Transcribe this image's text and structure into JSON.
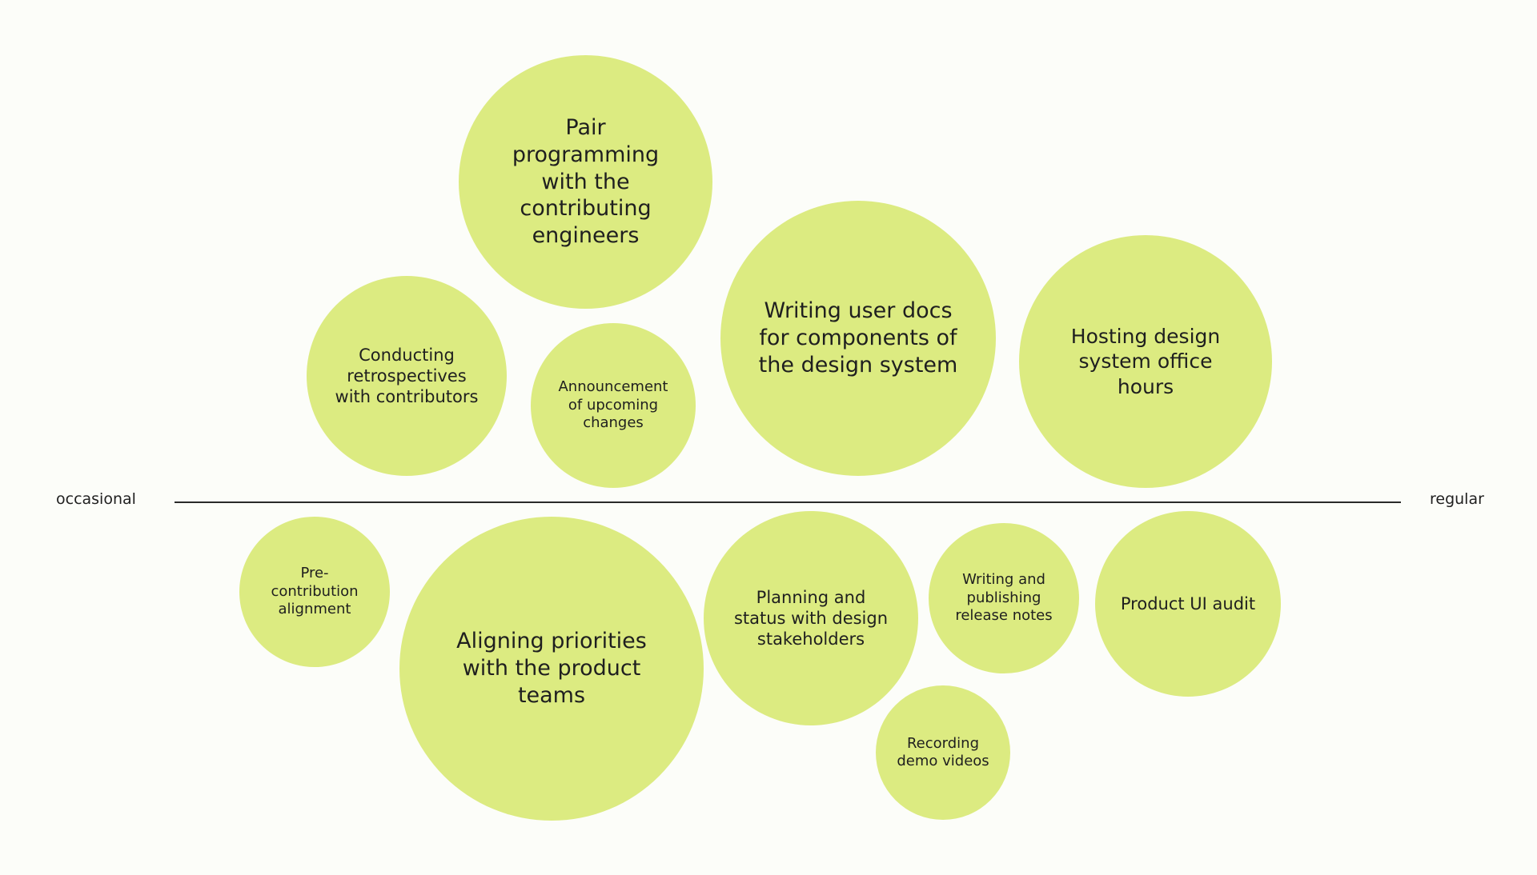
{
  "axis": {
    "left_label": "occasional",
    "right_label": "regular"
  },
  "bubbles": {
    "pair_programming": "Pair programming with the contributing engineers",
    "writing_user_docs": "Writing user docs for components of the design system",
    "hosting_office_hours": "Hosting design system office hours",
    "conducting_retrospectives": "Conducting retrospectives with contributors",
    "announcement_changes": "Announcement of upcoming changes",
    "pre_contribution": "Pre-contribution alignment",
    "aligning_priorities": "Aligning priorities with the product teams",
    "planning_status": "Planning and status with design stakeholders",
    "release_notes": "Writing and publishing release notes",
    "product_ui_audit": "Product UI audit",
    "recording_videos": "Recording demo videos"
  },
  "colors": {
    "bubble_fill": "#dceb81",
    "background": "#fcfdf9",
    "axis_line": "#2a2a2a",
    "text": "#1f1f1f"
  }
}
